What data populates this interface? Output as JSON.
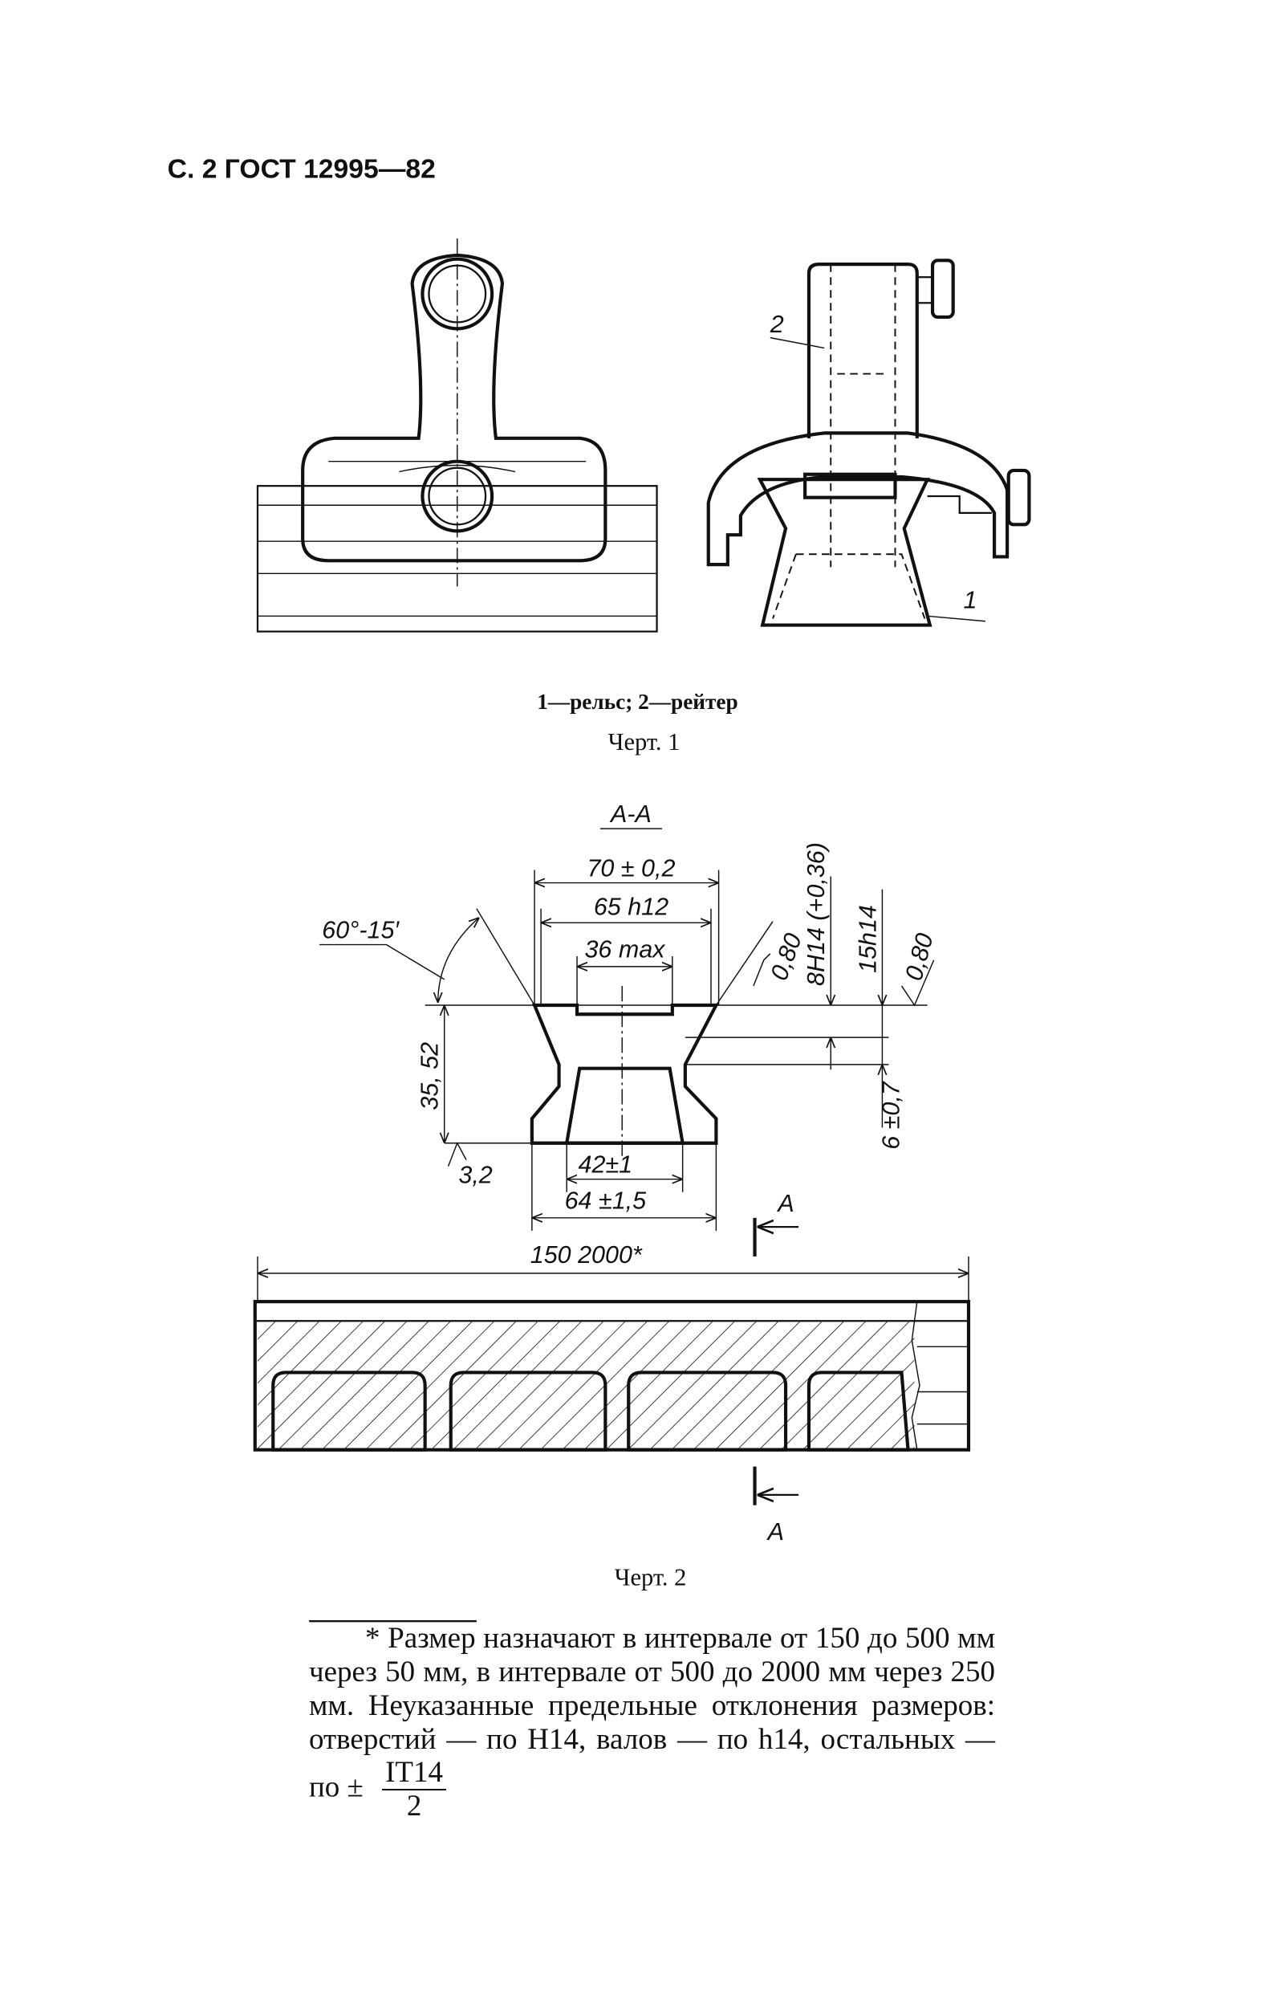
{
  "header": {
    "title": "С. 2 ГОСТ 12995—82"
  },
  "figure1": {
    "labels": [
      "2",
      "1"
    ],
    "legend": "1—рельс; 2—рейтер",
    "caption": "Черт. 1"
  },
  "figure2": {
    "section_title": "А-А",
    "dimensions": {
      "width_outer": "70 ± 0,2",
      "width_fit": "65 h12",
      "slot": "36 max",
      "angle": "60°-15′",
      "height": "35, 52",
      "roughness_bottom": "3,2",
      "inner_width": "42±1",
      "base_width": "64 ±1,5",
      "roughness_side": "0,80",
      "slot_depth": "8H14 (+0,36)",
      "neck_height": "15h14",
      "roughness_top": "0,80",
      "neck": "6 ±0,7",
      "length": "150   2000*"
    },
    "section_mark": "А",
    "caption": "Черт. 2"
  },
  "footnote": {
    "text": "* Размер назначают в интервале от 150 до 500 мм через 50 мм, в интервале от 500 до 2000 мм через 250 мм. Неуказанные предельные отклонения размеров: отверстий — по H14, валов — по h14, остальных — по ±",
    "fraction_numerator": "IT14",
    "fraction_denominator": "2"
  }
}
